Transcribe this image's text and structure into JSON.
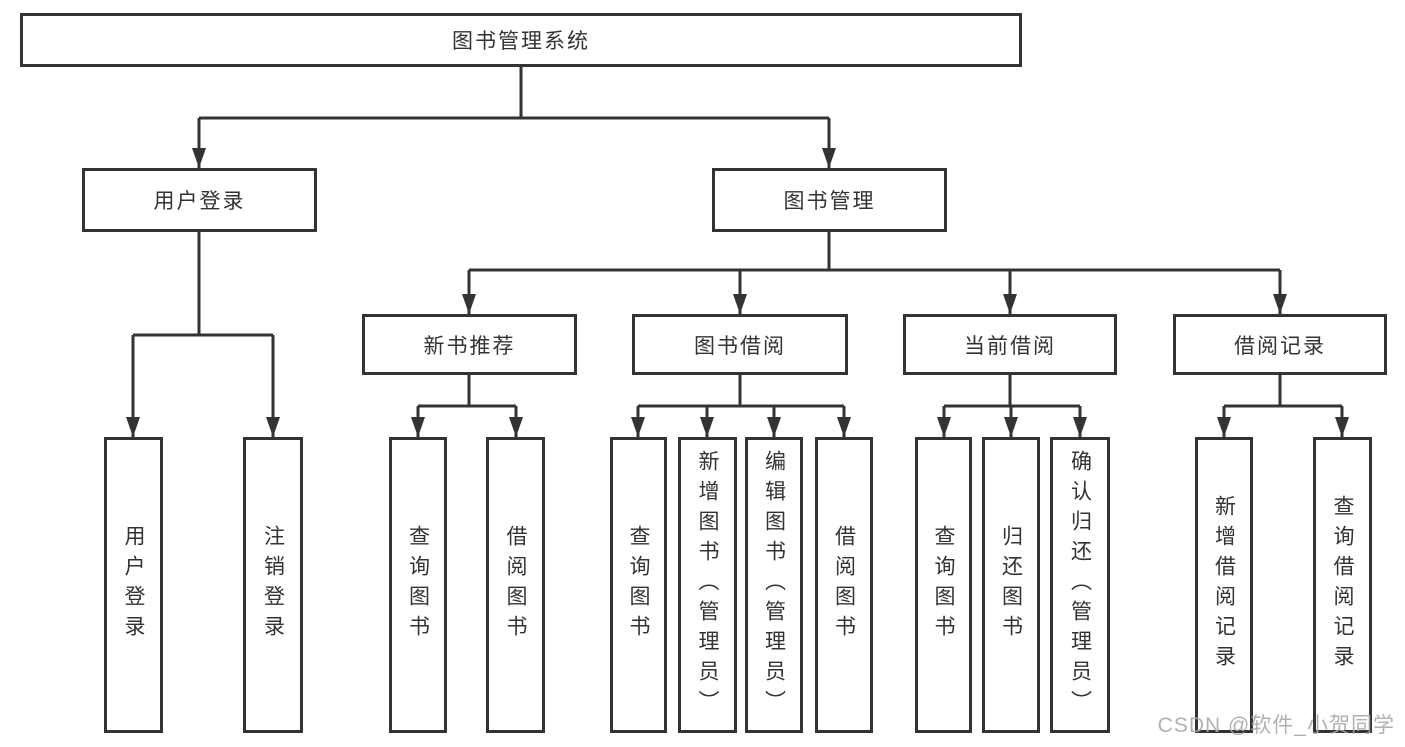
{
  "tree": {
    "root": "图书管理系统",
    "branches": [
      {
        "label": "用户登录",
        "children": [
          "用户登录",
          "注销登录"
        ]
      },
      {
        "label": "图书管理",
        "sections": [
          {
            "label": "新书推荐",
            "children": [
              "查询图书",
              "借阅图书"
            ]
          },
          {
            "label": "图书借阅",
            "children": [
              "查询图书",
              "新增图书（管理员）",
              "编辑图书（管理员）",
              "借阅图书"
            ]
          },
          {
            "label": "当前借阅",
            "children": [
              "查询图书",
              "归还图书",
              "确认归还（管理员）"
            ]
          },
          {
            "label": "借阅记录",
            "children": [
              "新增借阅记录",
              "查询借阅记录"
            ]
          }
        ]
      }
    ]
  },
  "watermark": "CSDN @软件_小贺同学",
  "colors": {
    "line": "#333333",
    "text": "#333333",
    "watermark": "#a9a9a9",
    "background": "#ffffff"
  }
}
